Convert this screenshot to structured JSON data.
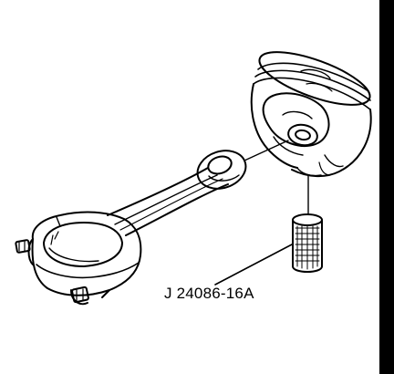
{
  "diagram": {
    "tool_label": "J 24086-16A",
    "line_color": "#000000",
    "background_color": "#ffffff",
    "edge_bar_color": "#000000",
    "parts": [
      "connecting-rod",
      "piston",
      "piston-pin",
      "rod-bolts"
    ]
  }
}
